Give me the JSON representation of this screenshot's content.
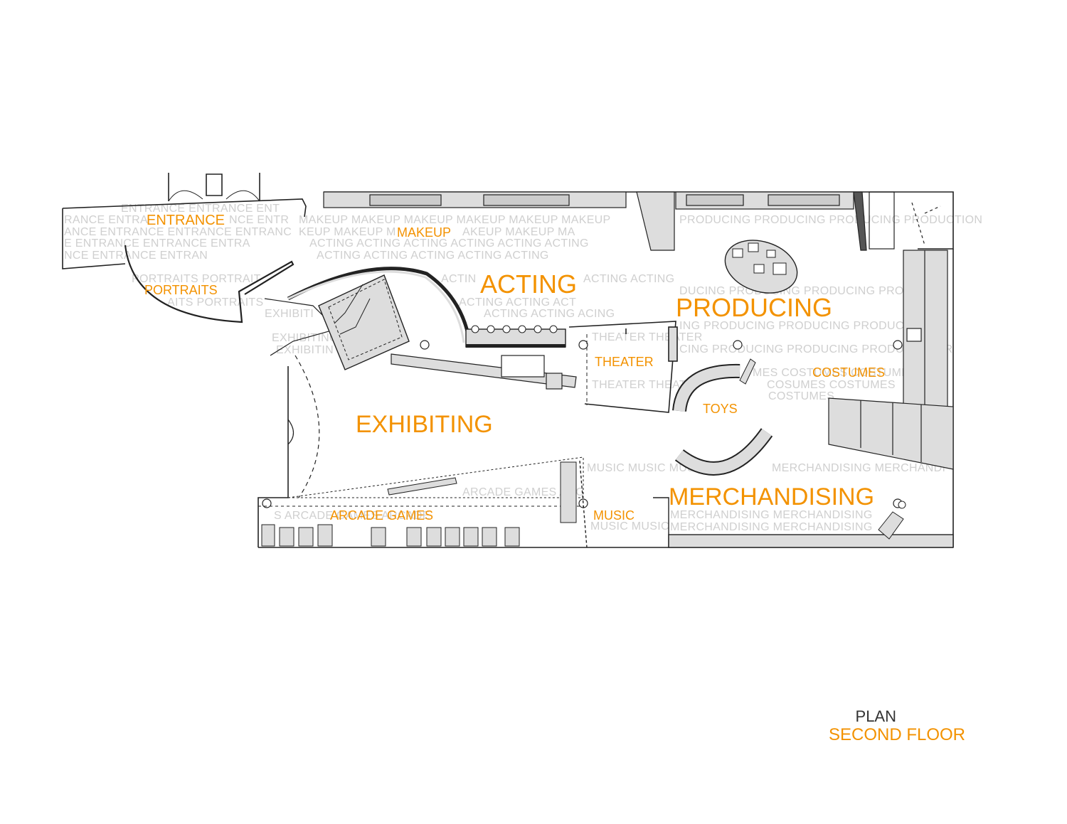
{
  "colors": {
    "accent": "#f39200",
    "line": "#222222",
    "fill": "#dddddd",
    "watermark": "#cfcfcf"
  },
  "caption": {
    "title": "PLAN",
    "subtitle": "SECOND FLOOR"
  },
  "rooms": {
    "entrance": "ENTRANCE",
    "makeup": "MAKEUP",
    "portraits": "PORTRAITS",
    "acting": "ACTING",
    "producing": "PRODUCING",
    "theater": "THEATER",
    "costumes": "COSTUMES",
    "toys": "TOYS",
    "exhibiting": "EXHIBITING",
    "merchandising": "MERCHANDISING",
    "arcade_games": "ARCADE GAMES",
    "music": "MUSIC"
  },
  "watermarks": {
    "entrance_1": "ENTRANCE ENTRANCE ENT",
    "entrance_2": "RANCE ENTRA",
    "entrance_2b": "NCE ENTR",
    "entrance_3": "ANCE ENTRANCE ENTRANCE ENTRANC",
    "entrance_4": "E ENTRANCE ENTRANCE ENTRA",
    "entrance_5": "NCE ENTRANCE ENTRAN",
    "portraits_1": "PORTRAITS PORTRAIT",
    "portraits_2": "AITS PORTRAITS",
    "exhibiting_1": "EXHIBITI",
    "exhibiting_2": "EXHIBITING E",
    "exhibiting_3": "EXHIBITIN",
    "makeup_1": "MAKEUP MAKEUP MAKEUP MAKEUP MAKEUP MAKEUP",
    "makeup_2": "KEUP MAKEUP M",
    "makeup_3": "AKEUP MAKEUP MA",
    "acting_1": "ACTING ACTING ACTING ACTING ACTING ACTING",
    "acting_2": "ACTING ACTING ACTING ACTING ACTING",
    "acting_3": "ACTIN",
    "acting_4": "ACTING ACTING",
    "acting_5": "ACTING ACTING ACT",
    "acting_6": "ACTING ACTING ACING",
    "producing_1": "PRODUCING PRODUCING PRODUCING PRODUCTION",
    "producing_2": "DUCING PRODUCING PRODUCING PRODUC",
    "producing_3": "ING PRODUCING PRODUCING PRODUCING",
    "producing_4": "CING PRODUCING PRODUCING PRODUCING PR",
    "theater_1": "THEATER THEATER",
    "theater_2": "THEATER THEAT",
    "costumes_1": "MES COSTUMES COSTUMES",
    "costumes_2": "COSUMES COSTUMES",
    "costumes_3": "COSTUMES",
    "music_1": "MUSIC MUSIC MUS",
    "music_2": "MUSIC MUSIC",
    "arcade_1": "ARCADE GAMES ARC",
    "arcade_2": "S ARCADE GAMES ARCADE",
    "merch_1": "MERCHANDISING MERCHANDI",
    "merch_2": "MERCHANDISING MERCHANDISING",
    "merch_3": "MERCHANDISING MERCHANDISING"
  }
}
